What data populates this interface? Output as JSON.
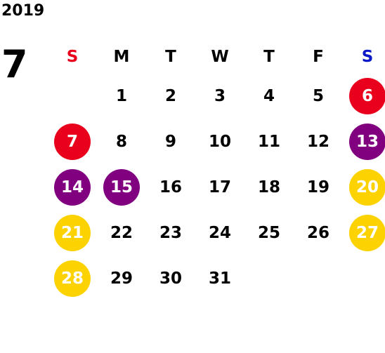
{
  "header": {
    "year": "2019",
    "month": "7"
  },
  "weekdays": [
    {
      "label": "S",
      "color": "#e8001c"
    },
    {
      "label": "M",
      "color": "#000000"
    },
    {
      "label": "T",
      "color": "#000000"
    },
    {
      "label": "W",
      "color": "#000000"
    },
    {
      "label": "T",
      "color": "#000000"
    },
    {
      "label": "F",
      "color": "#000000"
    },
    {
      "label": "S",
      "color": "#0a18c8"
    }
  ],
  "colors": {
    "red": "#e8001c",
    "purple": "#800080",
    "yellow": "#fcd300"
  },
  "weeks": [
    [
      {
        "day": "",
        "mark": null
      },
      {
        "day": "1",
        "mark": null
      },
      {
        "day": "2",
        "mark": null
      },
      {
        "day": "3",
        "mark": null
      },
      {
        "day": "4",
        "mark": null
      },
      {
        "day": "5",
        "mark": null
      },
      {
        "day": "6",
        "mark": "red"
      }
    ],
    [
      {
        "day": "7",
        "mark": "red"
      },
      {
        "day": "8",
        "mark": null
      },
      {
        "day": "9",
        "mark": null
      },
      {
        "day": "10",
        "mark": null
      },
      {
        "day": "11",
        "mark": null
      },
      {
        "day": "12",
        "mark": null
      },
      {
        "day": "13",
        "mark": "purple"
      }
    ],
    [
      {
        "day": "14",
        "mark": "purple"
      },
      {
        "day": "15",
        "mark": "purple"
      },
      {
        "day": "16",
        "mark": null
      },
      {
        "day": "17",
        "mark": null
      },
      {
        "day": "18",
        "mark": null
      },
      {
        "day": "19",
        "mark": null
      },
      {
        "day": "20",
        "mark": "yellow"
      }
    ],
    [
      {
        "day": "21",
        "mark": "yellow"
      },
      {
        "day": "22",
        "mark": null
      },
      {
        "day": "23",
        "mark": null
      },
      {
        "day": "24",
        "mark": null
      },
      {
        "day": "25",
        "mark": null
      },
      {
        "day": "26",
        "mark": null
      },
      {
        "day": "27",
        "mark": "yellow"
      }
    ],
    [
      {
        "day": "28",
        "mark": "yellow"
      },
      {
        "day": "29",
        "mark": null
      },
      {
        "day": "30",
        "mark": null
      },
      {
        "day": "31",
        "mark": null
      },
      {
        "day": "",
        "mark": null
      },
      {
        "day": "",
        "mark": null
      },
      {
        "day": "",
        "mark": null
      }
    ]
  ]
}
